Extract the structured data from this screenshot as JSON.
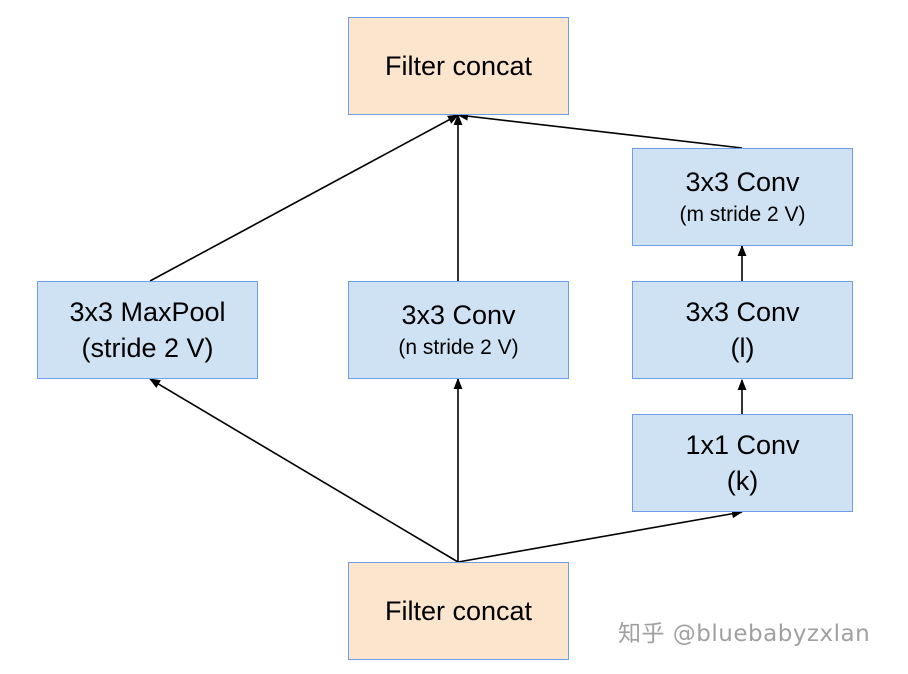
{
  "nodes": {
    "concat_top": {
      "label": "Filter concat"
    },
    "maxpool": {
      "line1": "3x3 MaxPool",
      "line2": "(stride 2 V)"
    },
    "conv_n": {
      "line1": "3x3 Conv",
      "line2": "(n stride 2 V)"
    },
    "conv_m": {
      "line1": "3x3 Conv",
      "line2": "(m stride 2 V)"
    },
    "conv_l": {
      "line1": "3x3 Conv",
      "line2": "(l)"
    },
    "conv_k": {
      "line1": "1x1 Conv",
      "line2": "(k)"
    },
    "concat_bottom": {
      "label": "Filter concat"
    }
  },
  "edges": [
    {
      "from": "concat_bottom",
      "to": "maxpool"
    },
    {
      "from": "concat_bottom",
      "to": "conv_n"
    },
    {
      "from": "concat_bottom",
      "to": "conv_k"
    },
    {
      "from": "conv_k",
      "to": "conv_l"
    },
    {
      "from": "conv_l",
      "to": "conv_m"
    },
    {
      "from": "maxpool",
      "to": "concat_top"
    },
    {
      "from": "conv_n",
      "to": "concat_top"
    },
    {
      "from": "conv_m",
      "to": "concat_top"
    }
  ],
  "colors": {
    "blue_fill": "#cfe2f3",
    "peach_fill": "#fce5cd",
    "border": "#6d9eeb"
  },
  "watermark": "知乎 @bluebabyzxlan"
}
